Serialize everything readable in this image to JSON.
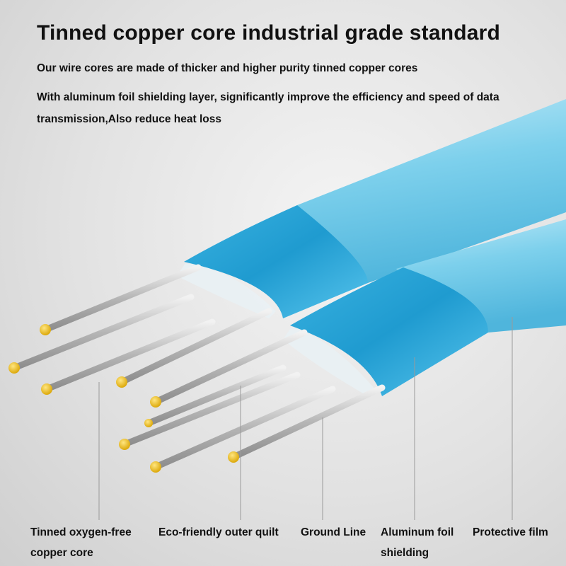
{
  "headline": "Tinned copper core industrial grade standard",
  "subtitle_1": "Our wire cores are made of thicker and higher purity tinned copper cores",
  "subtitle_2": "With aluminum foil shielding layer, significantly improve the efficiency and speed of data transmission,Also reduce heat loss",
  "labels": {
    "copper_core": "Tinned oxygen-free copper core",
    "outer_quilt": "Eco-friendly outer quilt",
    "ground_line": "Ground Line",
    "foil_shielding": "Aluminum foil shielding",
    "protective_film": "Protective film"
  },
  "colors": {
    "cable_blue": "#6cc8e6",
    "cable_blue_dark": "#3aa8d2",
    "wire_tip_gold": "#f2c21a",
    "wire_silver": "#c8c8c8",
    "text": "#111111"
  }
}
